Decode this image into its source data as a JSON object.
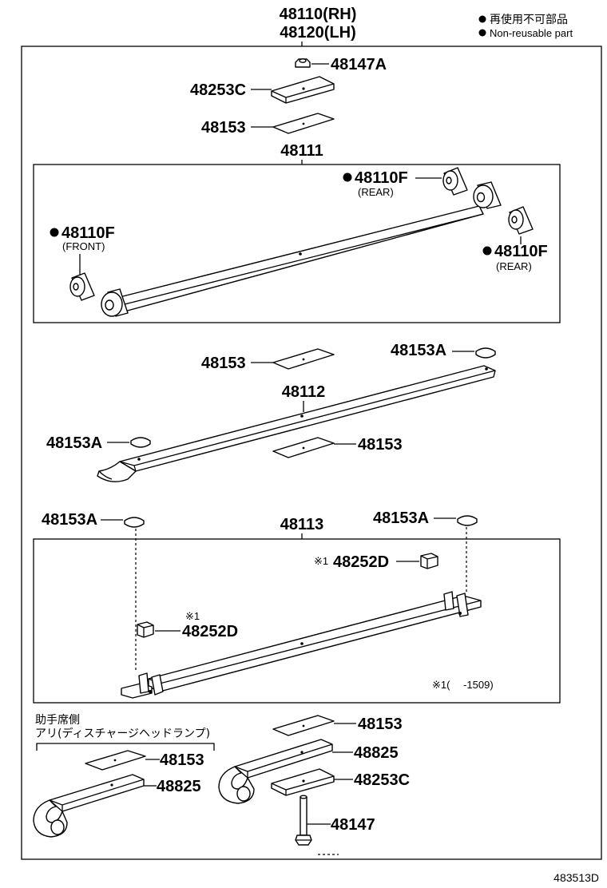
{
  "header": {
    "assembly_rh": "48110(RH)",
    "assembly_lh": "48120(LH)",
    "legend_jp": "再使用不可部品",
    "legend_en": "Non-reusable part"
  },
  "parts": {
    "p48147A": "48147A",
    "p48253C_top": "48253C",
    "p48153_top": "48153",
    "p48111": "48111",
    "p48110F_rear1": "48110F",
    "p48110F_rear1_note": "(REAR)",
    "p48110F_front": "48110F",
    "p48110F_front_note": "(FRONT)",
    "p48110F_rear2": "48110F",
    "p48110F_rear2_note": "(REAR)",
    "p48153_mid1": "48153",
    "p48153A_mid1": "48153A",
    "p48112": "48112",
    "p48153A_mid2": "48153A",
    "p48153_mid2": "48153",
    "p48153A_low1": "48153A",
    "p48113": "48113",
    "p48153A_low2": "48153A",
    "p48252D_1_mark": "※1",
    "p48252D_1": "48252D",
    "p48252D_2_mark": "※1",
    "p48252D_2": "48252D",
    "footnote": "※1(　 -1509)",
    "p48153_bot1": "48153",
    "p48825_bot1": "48825",
    "p48253C_bot": "48253C",
    "p48147_bot": "48147",
    "p48153_bot2": "48153",
    "p48825_bot2": "48825"
  },
  "side_note": {
    "line1": "助手席側",
    "line2": "アリ(ディスチャージヘッドランプ)"
  },
  "figure_id": "483513D",
  "colors": {
    "ink": "#000000",
    "paper": "#ffffff"
  }
}
